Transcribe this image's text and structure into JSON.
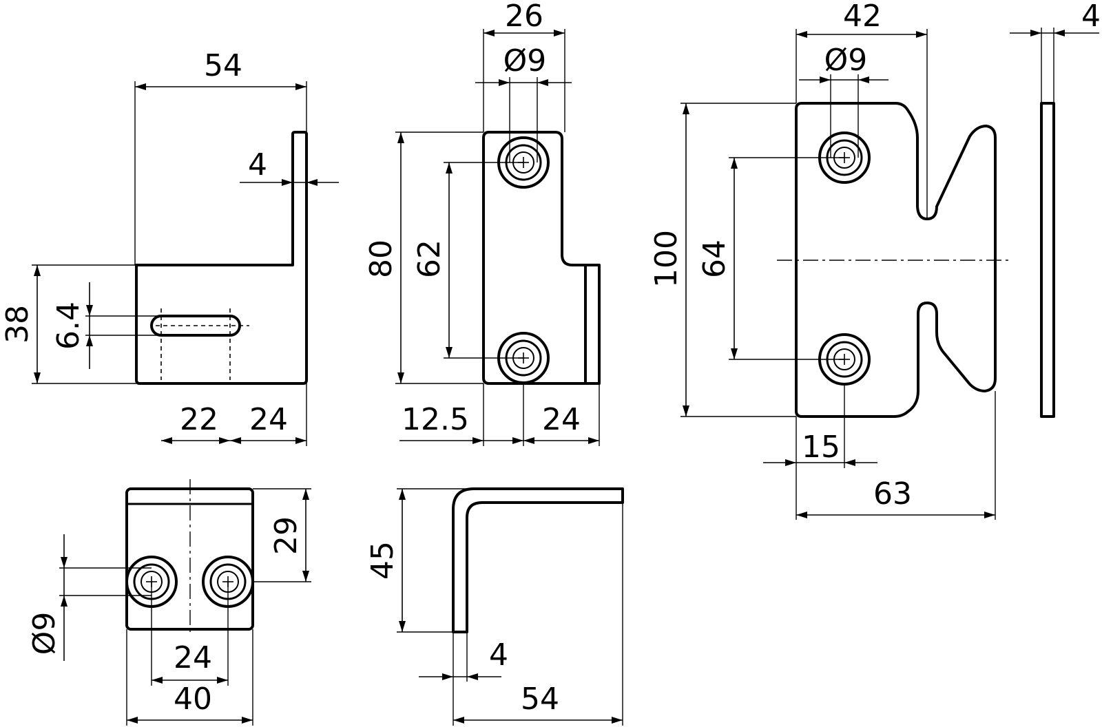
{
  "colors": {
    "line": "#000000",
    "background": "#ffffff"
  },
  "views": {
    "left_side": {
      "width_total": "54",
      "thickness": "4",
      "height": "38",
      "slot_width": "6.4",
      "slot_length": "22",
      "slot_offset": "24"
    },
    "middle_front": {
      "width_top": "26",
      "hole_dia": "Ø9",
      "height": "80",
      "hole_pitch": "62",
      "edge_to_hole": "12.5",
      "hole_to_edge": "24"
    },
    "right_front": {
      "width_top": "42",
      "hole_dia": "Ø9",
      "height": "100",
      "hole_pitch": "64",
      "hole_from_edge": "15",
      "total_width": "63",
      "thickness": "4"
    },
    "bottom_plan": {
      "depth": "29",
      "hole_dia": "Ø9",
      "hole_pitch": "24",
      "width": "40"
    },
    "bottom_side": {
      "height": "45",
      "thickness": "4",
      "length": "54"
    }
  }
}
